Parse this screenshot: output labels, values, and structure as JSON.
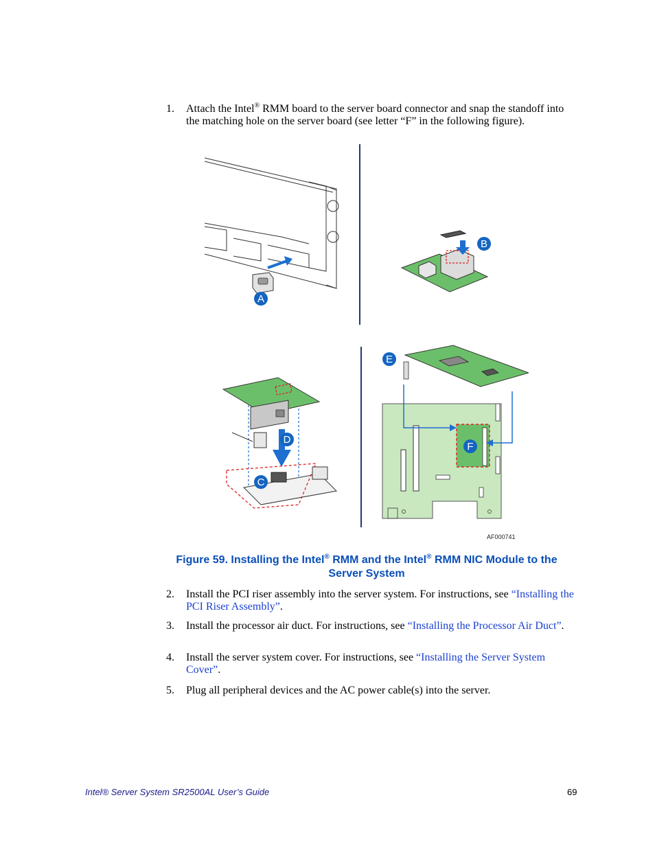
{
  "steps": [
    {
      "num": "1.",
      "text_a": "Attach the Intel",
      "sup": "®",
      "text_b": " RMM board to the server board connector and snap the standoff into the matching hole on the server board (see letter “F” in the following figure)."
    },
    {
      "num": "2.",
      "text": "Install the PCI riser assembly into the server system. For instructions, see ",
      "link": "“Installing the PCI Riser Assembly”",
      "tail": "."
    },
    {
      "num": "3.",
      "text": "Install the processor air duct. For instructions, see ",
      "link": "“Installing the Processor Air Duct”",
      "tail": "."
    },
    {
      "num": "4.",
      "text": "Install the server system cover. For instructions, see ",
      "link": "“Installing the Server System Cover”",
      "tail": "."
    },
    {
      "num": "5.",
      "text": "Plug all peripheral devices and the AC power cable(s) into the server."
    }
  ],
  "figure": {
    "code": "AF000741",
    "callouts": [
      "A",
      "B",
      "C",
      "D",
      "E",
      "F"
    ],
    "colors": {
      "board_green": "#6cbf6a",
      "pcb_light": "#c9e8c0",
      "callout_blue": "#1565c0",
      "arrow_blue": "#1e6fd0",
      "dash_red": "#e02020",
      "divider_navy": "#1a3b6e"
    }
  },
  "caption": {
    "part1": "Figure 59. Installing the Intel",
    "sup1": "®",
    "part2": " RMM and the Intel",
    "sup2": "®",
    "part3": " RMM NIC Module to the",
    "line2": "Server System"
  },
  "footer": {
    "left": "Intel® Server System SR2500AL User’s Guide",
    "page": "69"
  }
}
